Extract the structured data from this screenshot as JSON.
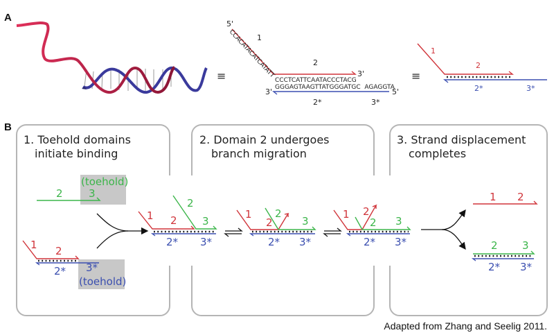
{
  "panel_labels": {
    "a": "A",
    "b": "B"
  },
  "colors": {
    "strand_red": "#d0343a",
    "strand_green": "#3cb54a",
    "strand_blue": "#3b4fb0",
    "toehold_box": "#c8c8c8"
  },
  "equivalence_symbol": "≡",
  "sequence_diagram": {
    "five_prime": "5'",
    "three_prime": "3'",
    "top_diag_seq": "CCACATACATCATATT",
    "top_seq": "CCCTCATTCAATACCCTACG",
    "bottom_seq": "GGGAGTAAGTTATGGGATGC  AGAGGTA"
  },
  "domains": {
    "d1": "1",
    "d2": "2",
    "d3": "3",
    "d2s": "2*",
    "d3s": "3*",
    "toehold": "(toehold)"
  },
  "steps": [
    {
      "title_line1": "1. Toehold domains",
      "title_line2": "initiate binding"
    },
    {
      "title_line1": "2. Domain 2 undergoes",
      "title_line2": "branch migration"
    },
    {
      "title_line1": "3. Strand displacement",
      "title_line2": "completes"
    }
  ],
  "caption": "Adapted from Zhang and Seelig 2011."
}
